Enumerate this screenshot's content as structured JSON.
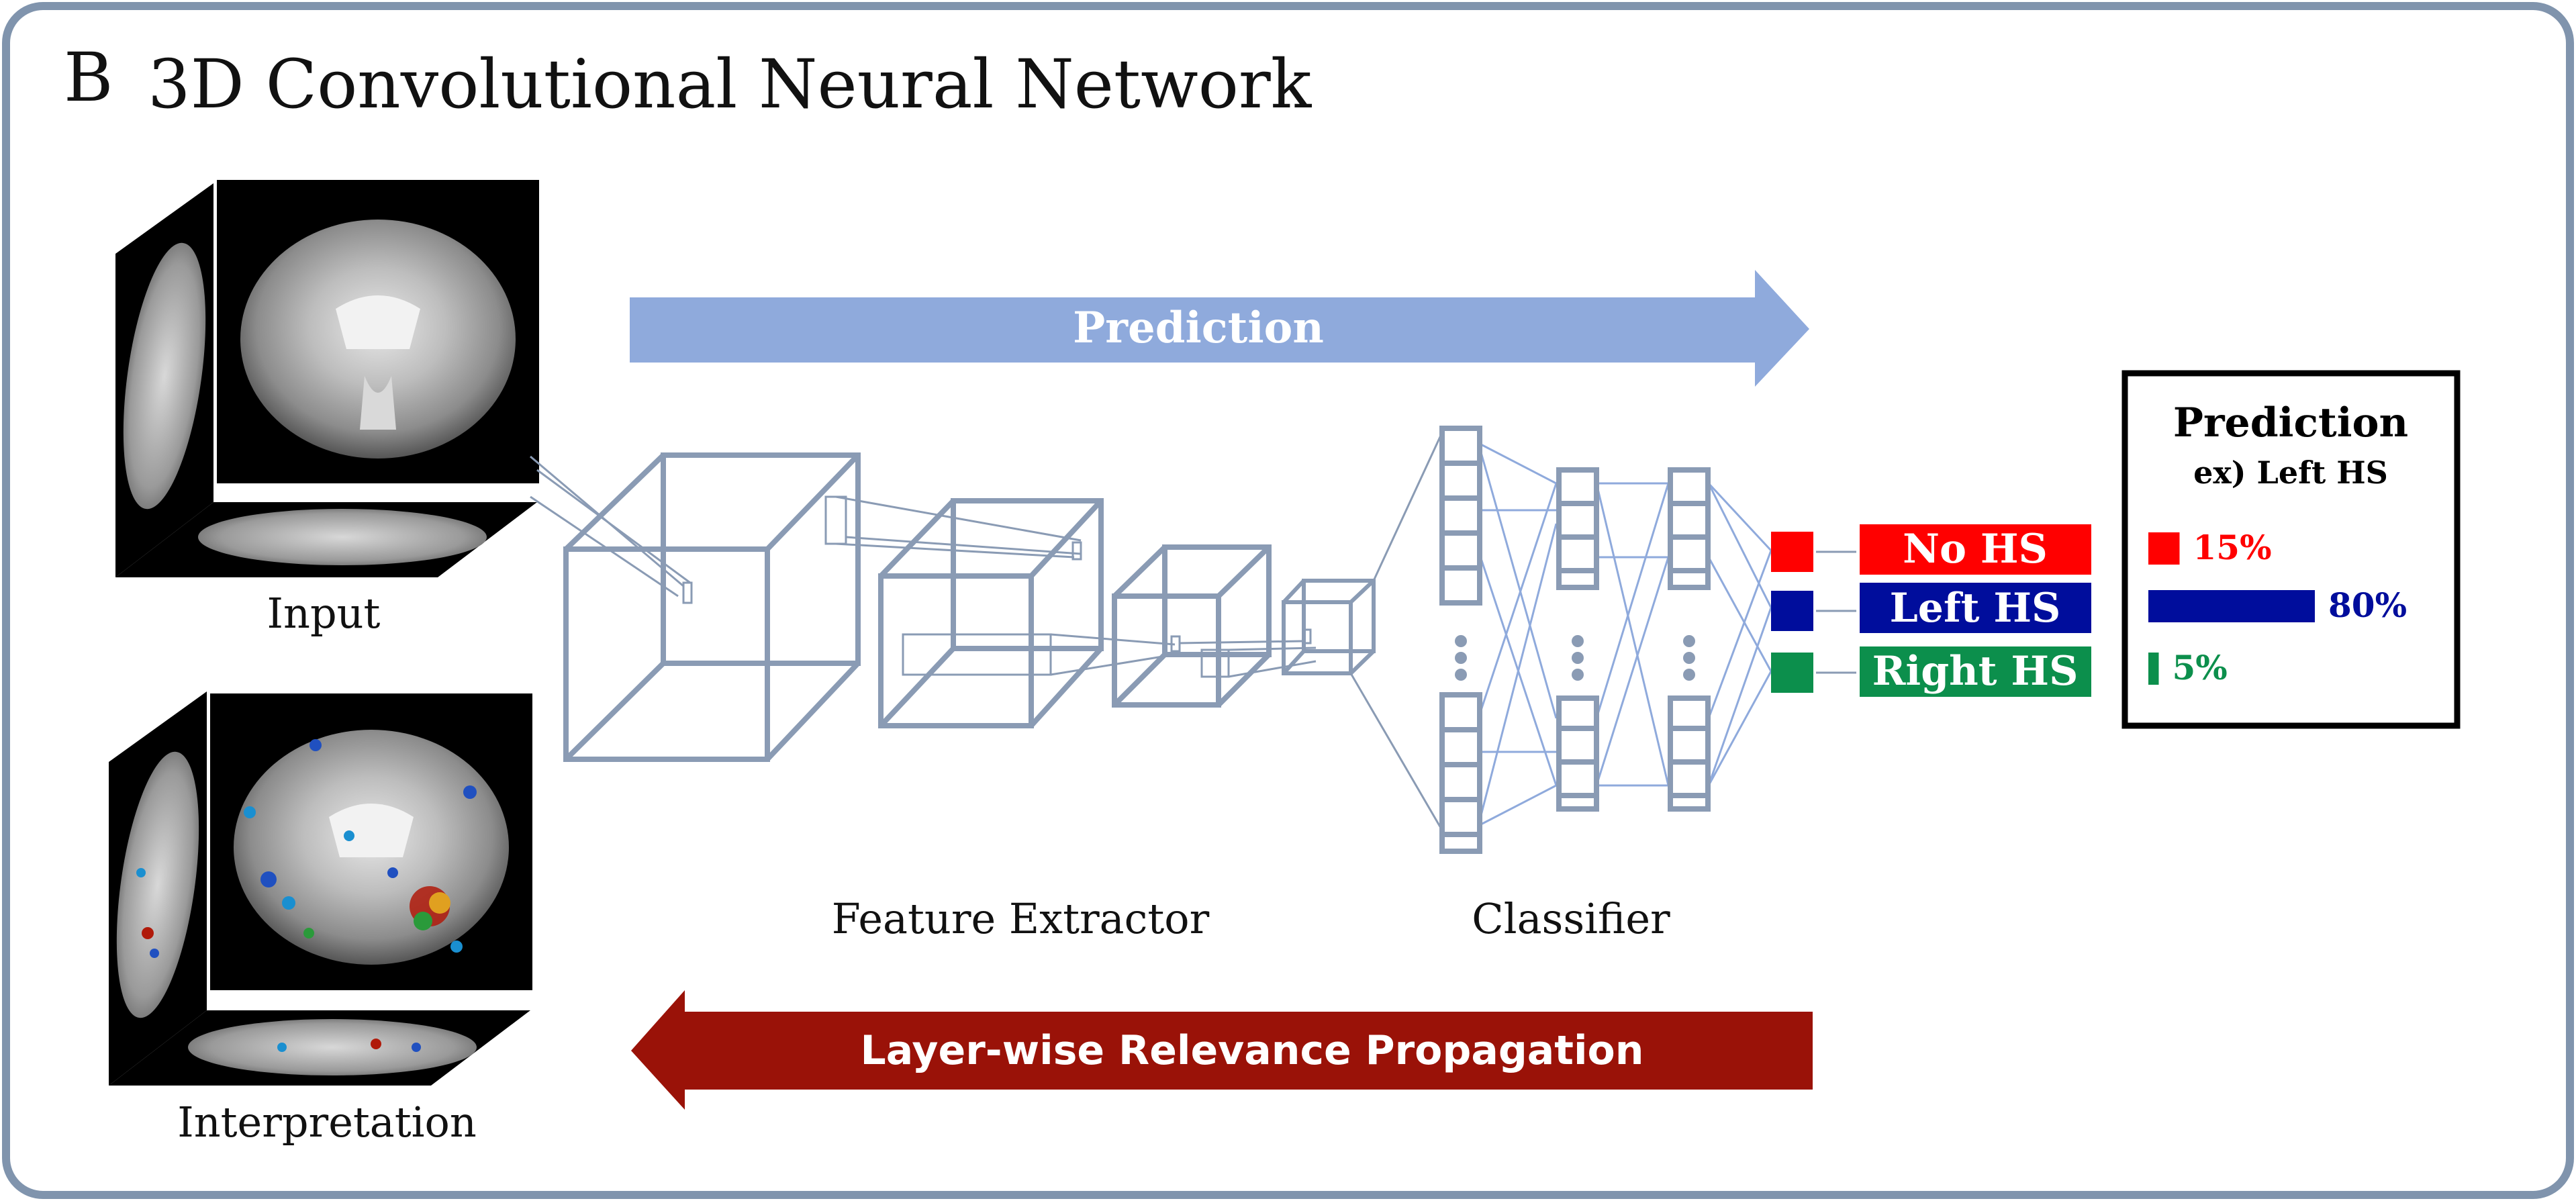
{
  "panel": {
    "letter": "B",
    "title": "3D Convolutional Neural Network"
  },
  "labels": {
    "input": "Input",
    "interpretation": "Interpretation",
    "feature_extractor": "Feature Extractor",
    "classifier": "Classifier"
  },
  "arrows": {
    "prediction": "Prediction",
    "lrp": "Layer-wise Relevance Propagation"
  },
  "outputs": [
    {
      "label": "No HS",
      "color": "#ff0000"
    },
    {
      "label": "Left HS",
      "color": "#000d9c"
    },
    {
      "label": "Right HS",
      "color": "#0c8f4c"
    }
  ],
  "prediction_box": {
    "title": "Prediction",
    "subtitle": "ex) Left HS",
    "bars": [
      {
        "percent_label": "15%",
        "fraction": 0.15,
        "color": "#ff0000"
      },
      {
        "percent_label": "80%",
        "fraction": 0.8,
        "color": "#000d9c"
      },
      {
        "percent_label": "5%",
        "fraction": 0.05,
        "color": "#0c8f4c"
      }
    ]
  },
  "colors": {
    "frame": "#8094ad",
    "network": "#8a9bb4",
    "prediction_arrow": "#8faadc",
    "lrp_arrow": "#9a1208"
  }
}
